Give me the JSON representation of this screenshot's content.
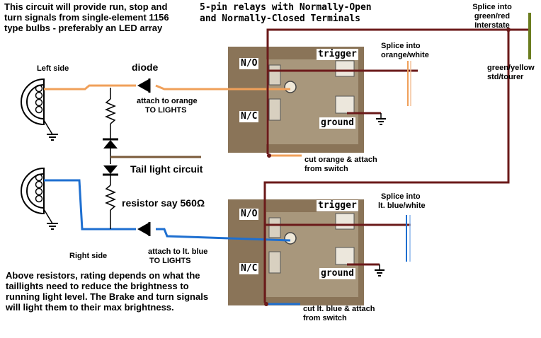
{
  "description": {
    "line1": "This circuit will provide run, stop and",
    "line2": "turn signals from single-element 1156",
    "line3": "type bulbs - preferably an LED array"
  },
  "relay_heading": {
    "line1": "5-pin relays with Normally-Open",
    "line2": "and Normally-Closed Terminals"
  },
  "splice_interstate": {
    "line1": "Splice into",
    "line2": "green/red",
    "line3": "Interstate"
  },
  "green_yellow": {
    "line1": "green/yellow",
    "line2": "std/tourer"
  },
  "left_side": "Left side",
  "right_side": "Right side",
  "diode_label": "diode",
  "attach_orange": {
    "line1": "attach to orange",
    "line2": "TO LIGHTS"
  },
  "attach_blue": {
    "line1": "attach to lt. blue",
    "line2": "TO LIGHTS"
  },
  "tail_light_circuit": "Tail light circuit",
  "resistor_label": "resistor say 560Ω",
  "splice_orange": {
    "line1": "Splice into",
    "line2": "orange/white"
  },
  "splice_blue": {
    "line1": "Splice into",
    "line2": "lt. blue/white"
  },
  "cut_orange": {
    "line1": "cut orange & attach",
    "line2": "from switch"
  },
  "cut_blue": {
    "line1": "cut lt. blue & attach",
    "line2": "from switch"
  },
  "relay_top": {
    "no": "N/O",
    "nc": "N/C",
    "trigger": "trigger",
    "ground": "ground"
  },
  "relay_bottom": {
    "no": "N/O",
    "nc": "N/C",
    "trigger": "trigger",
    "ground": "ground"
  },
  "note": {
    "line1": "Above resistors, rating depends on what the",
    "line2": "taillights need to reduce the brightness to",
    "line3": "running light level.  The Brake and turn signals",
    "line4": "will light them to their max brightness."
  },
  "colors": {
    "orange_wire": "#f0a05a",
    "blue_wire": "#1e6fd0",
    "dark_wire": "#6b1a1a",
    "green_wire": "#6b7d1f",
    "brown_wire": "#7a5a3a",
    "relay_body": "#8a7458"
  }
}
